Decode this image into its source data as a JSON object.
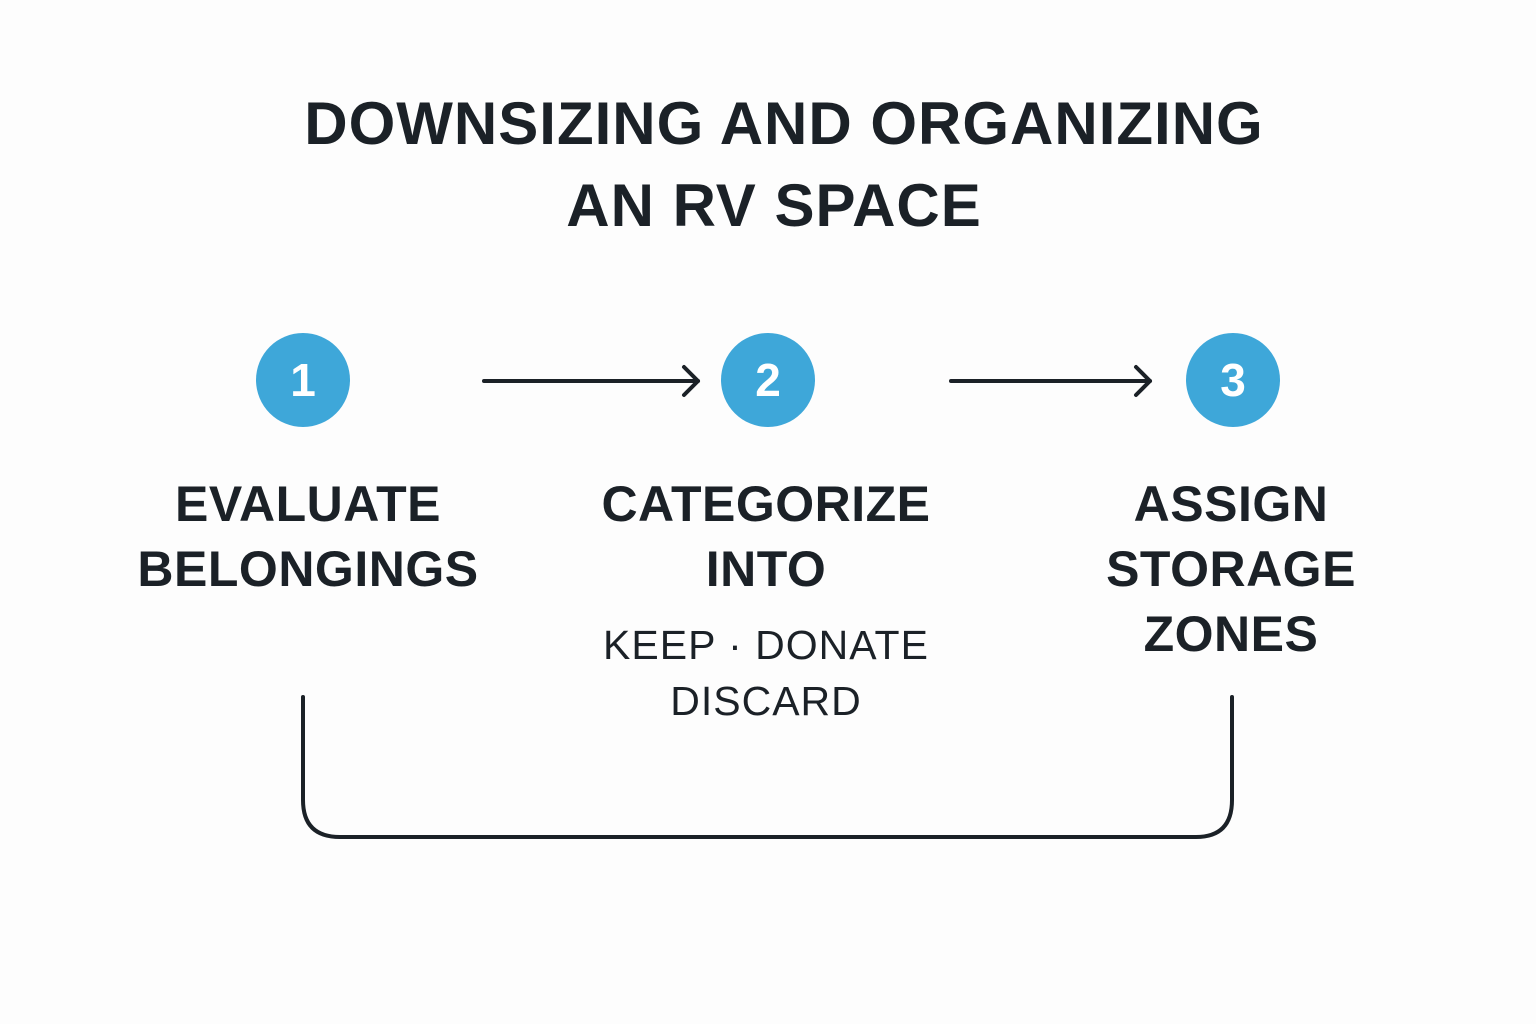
{
  "title": {
    "line1": "DOWNSIZING AND ORGANIZING",
    "line2": "AN RV SPACE"
  },
  "colors": {
    "accent": "#3ea7d9",
    "text": "#1b2127",
    "background": "#fdfdfd"
  },
  "steps": [
    {
      "number": "1",
      "label": "EVALUATE\nBELONGINGS",
      "sub": ""
    },
    {
      "number": "2",
      "label": "CATEGORIZE\nINTO",
      "sub": "KEEP · DONATE\nDISCARD"
    },
    {
      "number": "3",
      "label": "ASSIGN\nSTORAGE\nZONES",
      "sub": ""
    }
  ],
  "connectors": [
    {
      "from": "1",
      "to": "2",
      "kind": "arrow"
    },
    {
      "from": "2",
      "to": "3",
      "kind": "arrow"
    },
    {
      "from": "3",
      "to": "1",
      "kind": "loop"
    }
  ]
}
